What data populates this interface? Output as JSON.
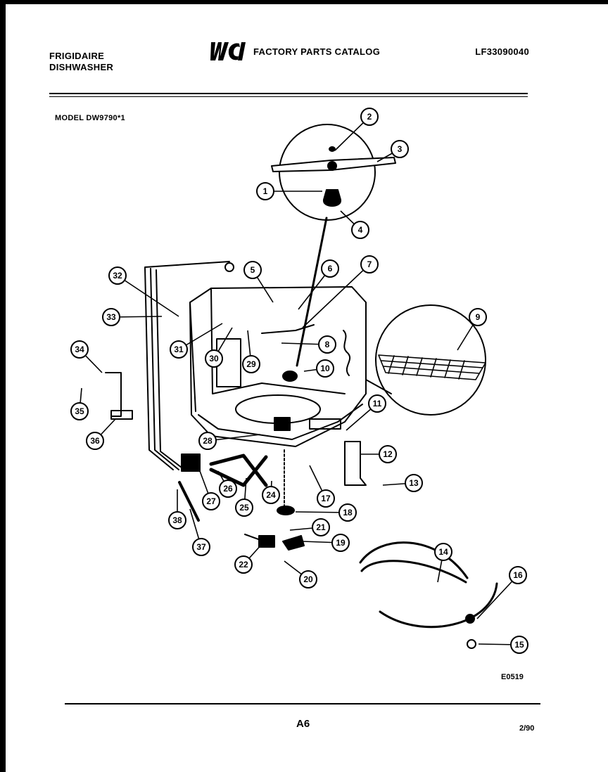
{
  "header": {
    "brand_line1": "FRIGIDAIRE",
    "brand_line2": "DISHWASHER",
    "logo_mark": "WCI",
    "catalog_title": "FACTORY PARTS CATALOG",
    "catalog_number": "LF33090040",
    "model": "MODEL DW9790*1"
  },
  "diagram": {
    "figure_code": "E0519",
    "callouts": [
      "1",
      "2",
      "3",
      "4",
      "5",
      "6",
      "7",
      "8",
      "9",
      "10",
      "11",
      "12",
      "13",
      "14",
      "15",
      "16",
      "17",
      "18",
      "19",
      "20",
      "21",
      "22",
      "24",
      "25",
      "26",
      "27",
      "28",
      "29",
      "30",
      "31",
      "32",
      "33",
      "34",
      "35",
      "36",
      "37",
      "38"
    ]
  },
  "footer": {
    "page": "A6",
    "date": "2/90"
  },
  "colors": {
    "ink": "#000000",
    "paper": "#ffffff"
  }
}
